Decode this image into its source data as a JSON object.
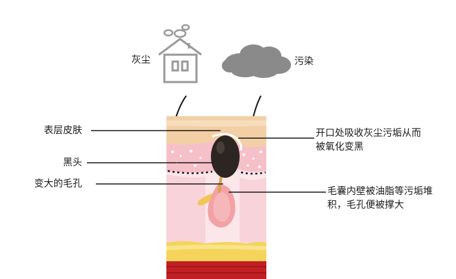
{
  "icons": {
    "dust_label": "灰尘",
    "pollution_label": "污染",
    "dust_icon": "house-with-smoke-icon",
    "pollution_icon": "cloud-icon"
  },
  "labels_left": {
    "skin_surface": "表层皮肤",
    "blackhead": "黑头",
    "enlarged_pore": "变大的毛孔"
  },
  "labels_right": {
    "opening": "开口处吸收灰尘污垢从而被氧化变黑",
    "follicle": "毛囊内壁被油脂等污垢堆积，毛孔便被撑大"
  },
  "colors": {
    "outer_skin": "#f3cfa5",
    "inner_skin": "#fbe6ea",
    "pink_band": "#f6c0c8",
    "fat_yellow": "#f4d45a",
    "muscle_red": "#c21f24",
    "blackhead": "#2c2521",
    "cloud_gray": "#8a8a8a",
    "house_gray": "#9a9a9a",
    "line": "#1a1a1a"
  }
}
